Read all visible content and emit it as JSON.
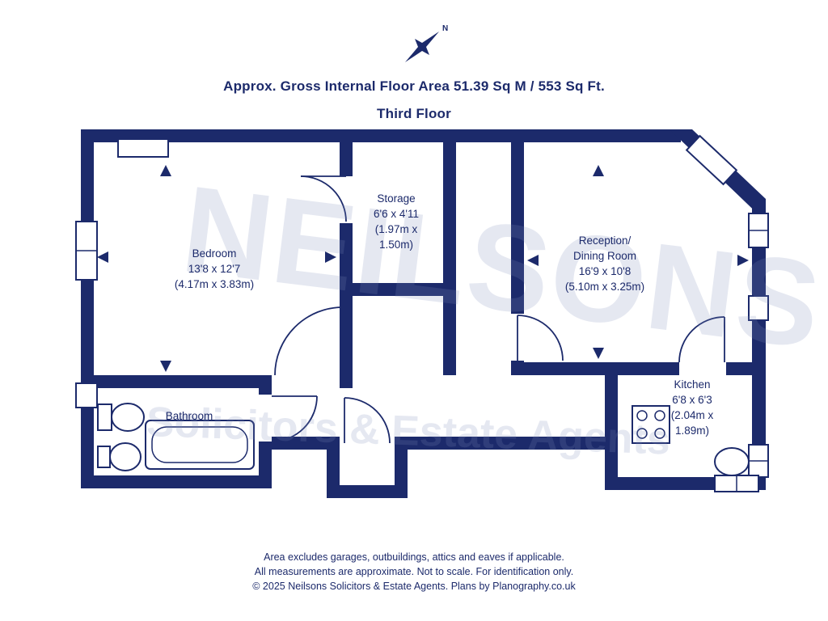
{
  "header": {
    "area_line": "Approx. Gross Internal Floor Area 51.39 Sq M / 553 Sq Ft.",
    "floor_line": "Third Floor"
  },
  "compass": {
    "north_label": "N"
  },
  "watermark": {
    "line1": "NEILSONS",
    "line2": "Solicitors & Estate Agents"
  },
  "rooms": {
    "bedroom": {
      "name": "Bedroom",
      "imperial": "13'8 x 12'7",
      "metric": "(4.17m x 3.83m)"
    },
    "storage": {
      "name": "Storage",
      "imperial": "6'6 x 4'11",
      "metric_1": "(1.97m x",
      "metric_2": "1.50m)"
    },
    "reception": {
      "name_1": "Reception/",
      "name_2": "Dining Room",
      "imperial": "16'9 x 10'8",
      "metric": "(5.10m x 3.25m)"
    },
    "kitchen": {
      "name": "Kitchen",
      "imperial": "6'8 x 6'3",
      "metric_1": "(2.04m x",
      "metric_2": "1.89m)"
    },
    "bathroom": {
      "name": "Bathroom"
    }
  },
  "footer": {
    "line1": "Area excludes garages, outbuildings, attics and eaves if applicable.",
    "line2": "All measurements are approximate. Not to scale. For identification only.",
    "line3": "© 2025 Neilsons Solicitors & Estate Agents. Plans by Planography.co.uk"
  },
  "colors": {
    "wall_navy": "#1c2a6b",
    "watermark_tint": "rgba(125,140,185,0.20)"
  }
}
